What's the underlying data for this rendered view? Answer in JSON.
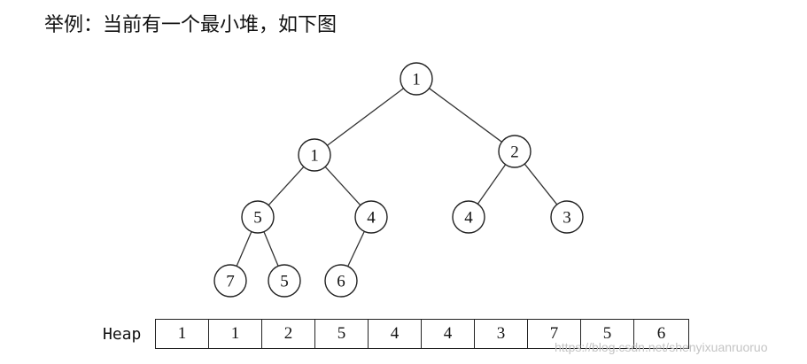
{
  "caption": "举例：当前有一个最小堆，如下图",
  "tree": {
    "nodes": [
      {
        "id": "n0",
        "label": "1"
      },
      {
        "id": "n1",
        "label": "1"
      },
      {
        "id": "n2",
        "label": "2"
      },
      {
        "id": "n3",
        "label": "5"
      },
      {
        "id": "n4",
        "label": "4"
      },
      {
        "id": "n5",
        "label": "4"
      },
      {
        "id": "n6",
        "label": "3"
      },
      {
        "id": "n7",
        "label": "7"
      },
      {
        "id": "n8",
        "label": "5"
      },
      {
        "id": "n9",
        "label": "6"
      }
    ],
    "edges": [
      [
        "n0",
        "n1"
      ],
      [
        "n0",
        "n2"
      ],
      [
        "n1",
        "n3"
      ],
      [
        "n1",
        "n4"
      ],
      [
        "n2",
        "n5"
      ],
      [
        "n2",
        "n6"
      ],
      [
        "n3",
        "n7"
      ],
      [
        "n3",
        "n8"
      ],
      [
        "n4",
        "n9"
      ]
    ]
  },
  "heap": {
    "label": "Heap",
    "values": [
      "1",
      "1",
      "2",
      "5",
      "4",
      "4",
      "3",
      "7",
      "5",
      "6"
    ]
  },
  "watermark": "https://blog.csdn.net/shenyixuanruoruo"
}
